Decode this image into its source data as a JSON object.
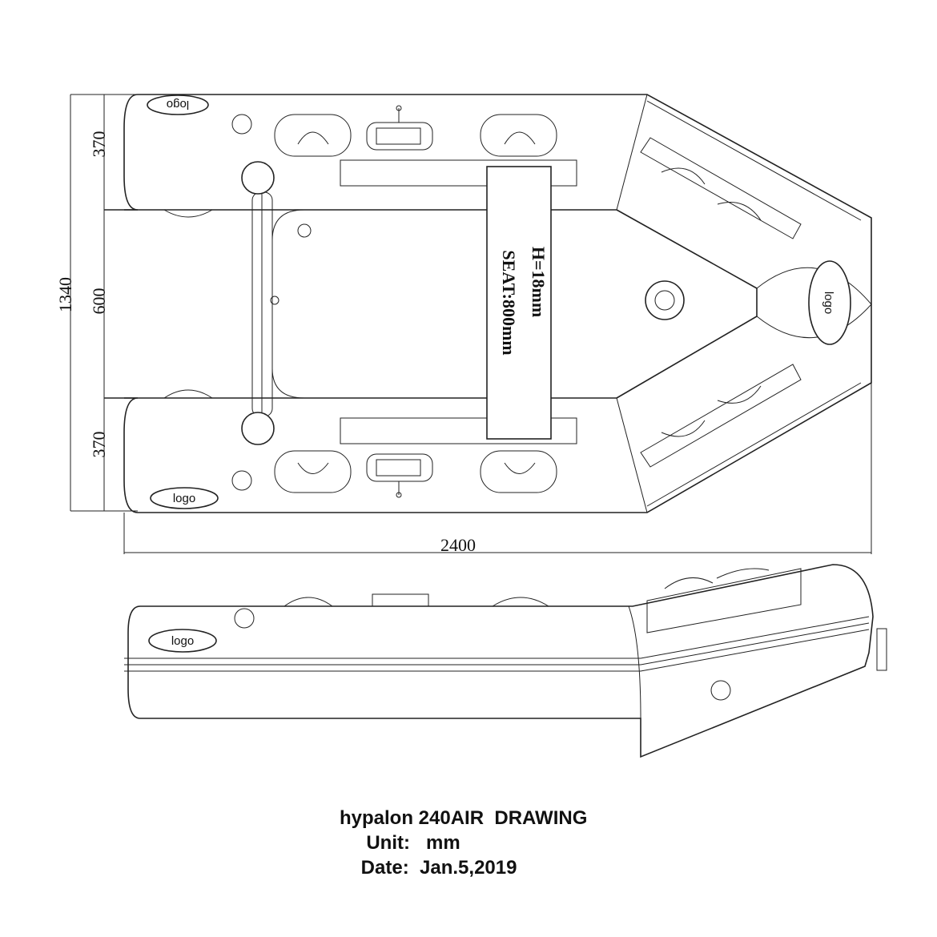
{
  "title": "hypalon 240AIR  DRAWING",
  "unit_label": "Unit:",
  "unit_value": "mm",
  "date_label": "Date:",
  "date_value": "Jan.5,2019",
  "dimensions": {
    "total_width": "1340",
    "tube_top": "370",
    "floor_width": "600",
    "tube_bottom": "370",
    "total_length": "2400"
  },
  "seat": {
    "label": "SEAT:800mm",
    "height": "H=18mm"
  },
  "logo_text": "logo"
}
